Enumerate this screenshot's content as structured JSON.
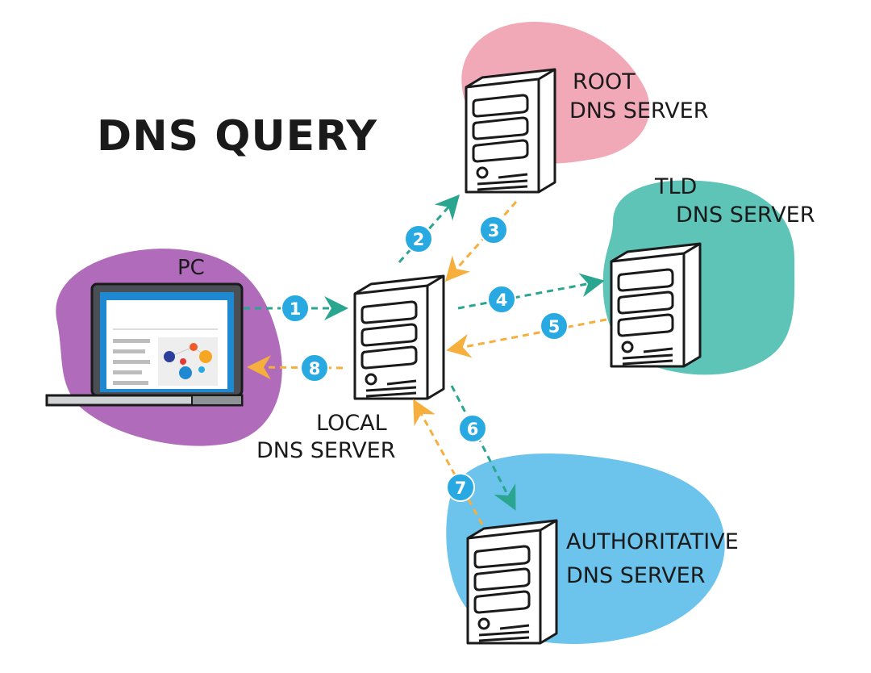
{
  "title": "DNS QUERY",
  "nodes": {
    "pc": {
      "label": "PC"
    },
    "local": {
      "line1": "LOCAL",
      "line2": "DNS SERVER"
    },
    "root": {
      "line1": "ROOT",
      "line2": "DNS SERVER"
    },
    "tld": {
      "line1": "TLD",
      "line2": "DNS SERVER"
    },
    "authoritative": {
      "line1": "AUTHORITATIVE",
      "line2": "DNS SERVER"
    }
  },
  "steps": [
    "1",
    "2",
    "3",
    "4",
    "5",
    "6",
    "7",
    "8"
  ],
  "colors": {
    "pc_blob": "#b06bbb",
    "root_blob": "#f2a9b7",
    "tld_blob": "#5fc4b8",
    "auth_blob": "#6cc3eb",
    "request_arrow": "#2aa590",
    "response_arrow": "#f6ae3c",
    "step_badge": "#29a9e1"
  }
}
